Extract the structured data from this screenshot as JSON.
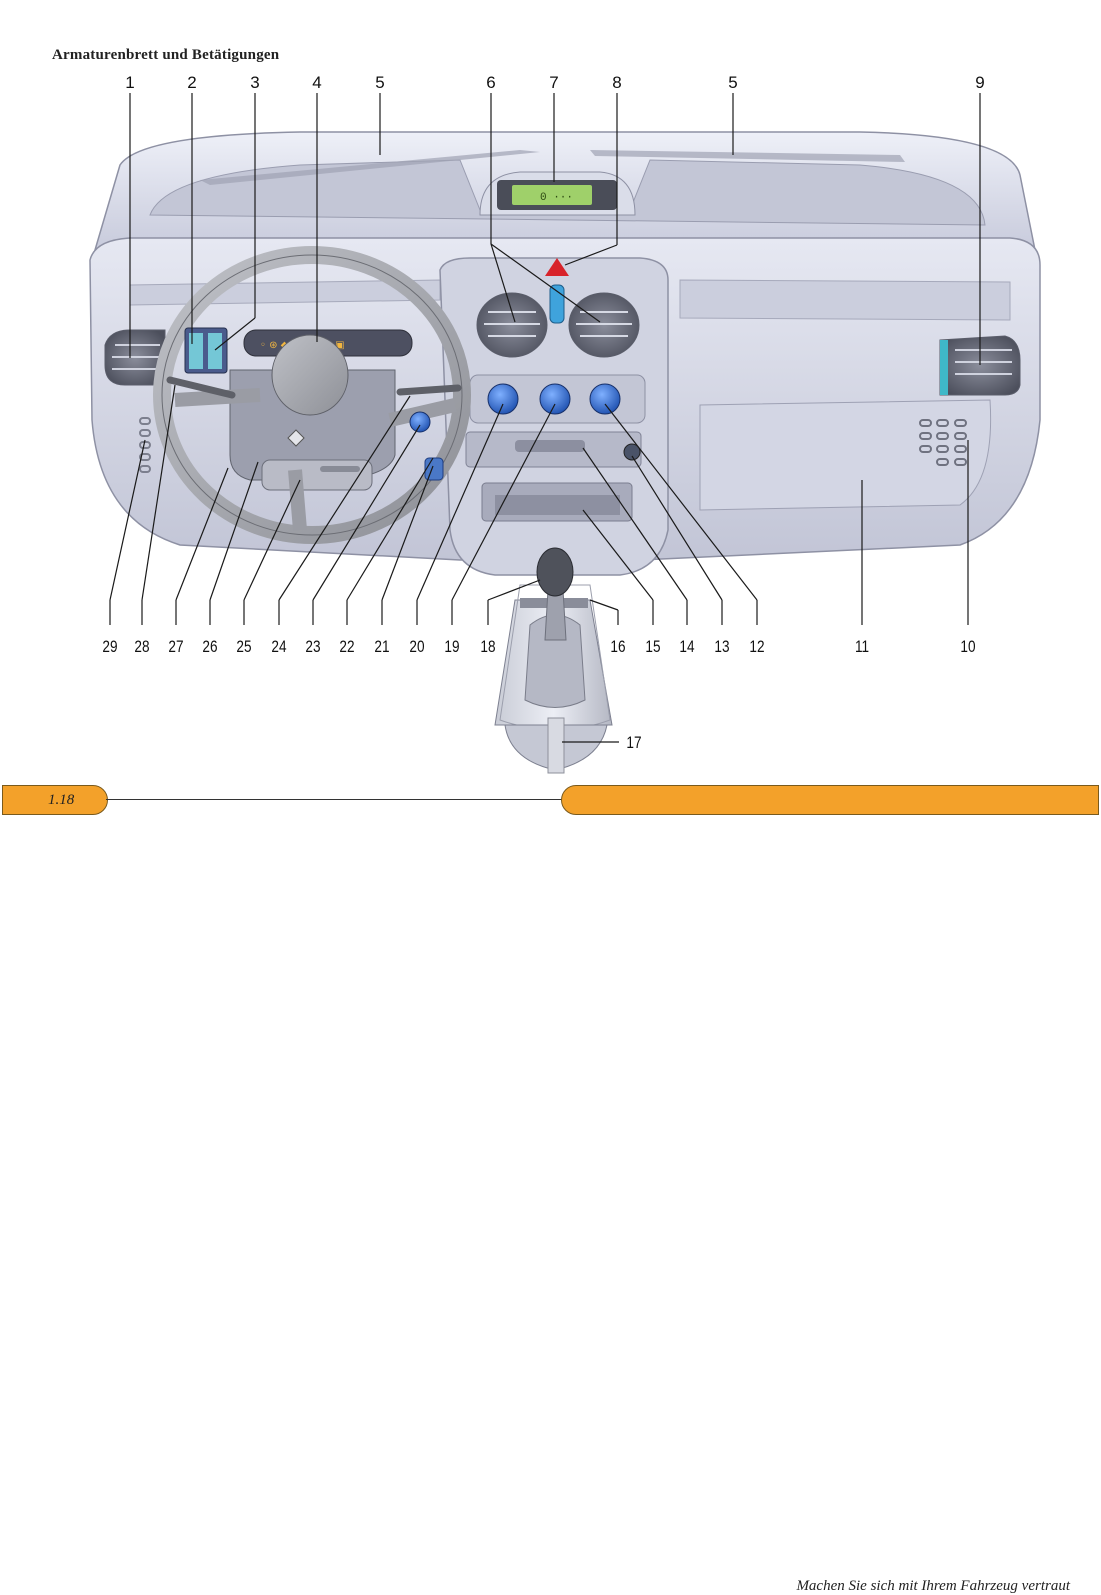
{
  "page_title": "Armaturenbrett und Betätigungen",
  "labels": {
    "n1": "1",
    "n2": "2",
    "n3": "3",
    "n4": "4",
    "n5a": "5",
    "n6": "6",
    "n7": "7",
    "n8": "8",
    "n5b": "5",
    "n9": "9",
    "n10": "10",
    "n11": "11",
    "n12": "12",
    "n13": "13",
    "n14": "14",
    "n15": "15",
    "n16": "16",
    "n17": "17",
    "n18": "18",
    "n19": "19",
    "n20": "20",
    "n21": "21",
    "n22": "22",
    "n23": "23",
    "n24": "24",
    "n25": "25",
    "n26": "26",
    "n27": "27",
    "n28": "28",
    "n29": "29"
  },
  "footer": {
    "page_number": "1.18",
    "section_title": "Machen Sie sich mit Ihrem Fahrzeug vertraut"
  },
  "colors": {
    "dashboard": "#d9dbe9",
    "dashboard_dark": "#a9acc0",
    "knob_blue": "#2f6fd6",
    "hazard_red": "#d8232a",
    "display_green": "#9fd06a",
    "footer_orange": "#f3a12a"
  }
}
